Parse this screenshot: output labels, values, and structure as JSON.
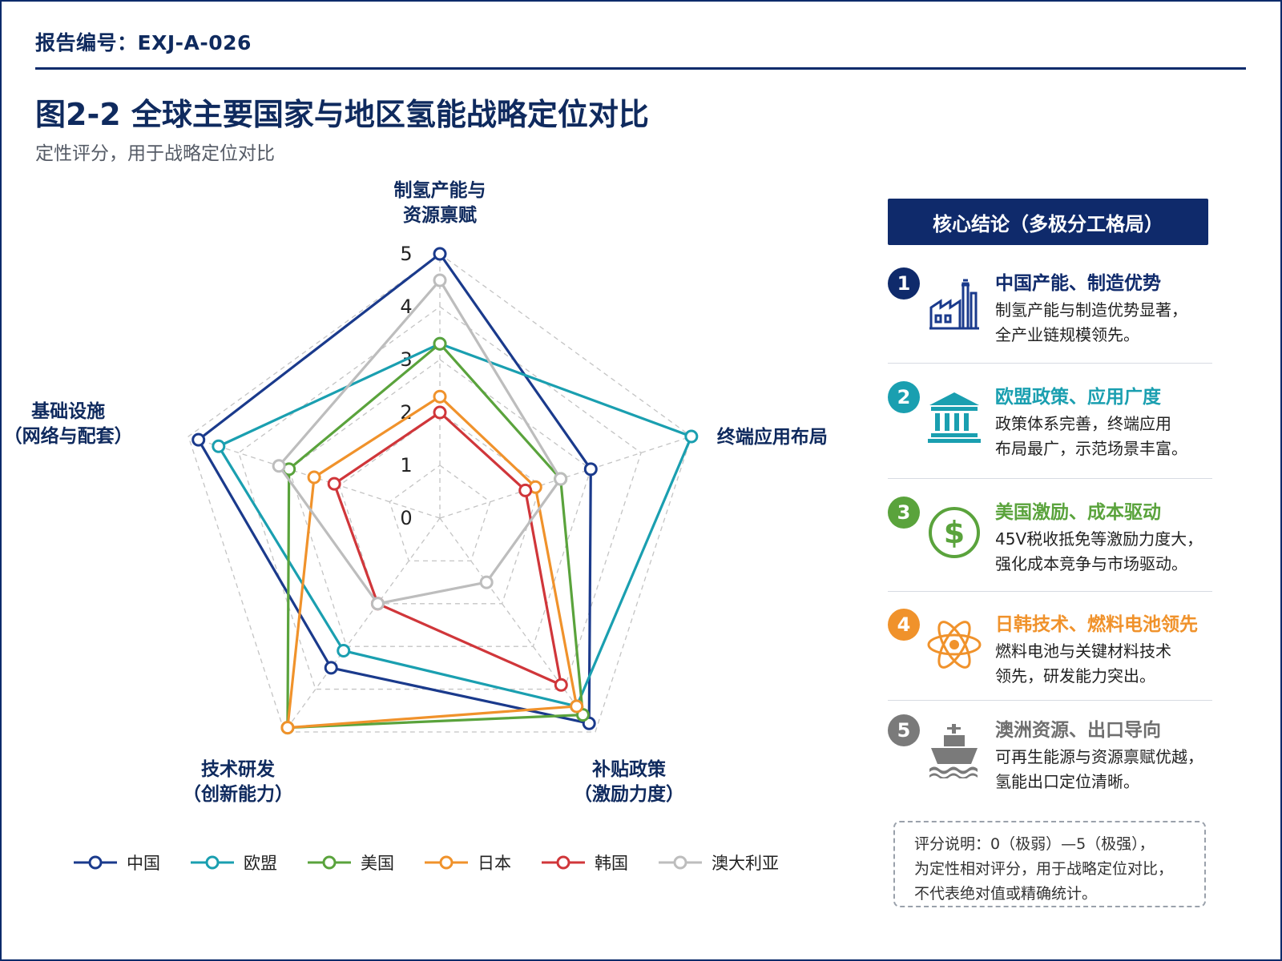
{
  "header": {
    "report_no": "报告编号：EXJ-A-026",
    "title": "图2-2  全球主要国家与地区氢能战略定位对比",
    "subtitle": "定性评分，用于战略定位对比"
  },
  "chart_data": {
    "type": "radar",
    "title": "图2-2  全球主要国家与地区氢能战略定位对比",
    "subtitle": "定性评分，用于战略定位对比",
    "axes": [
      {
        "lines": [
          "制氢产能与",
          "资源禀赋"
        ]
      },
      {
        "lines": [
          "终端应用布局"
        ]
      },
      {
        "lines": [
          "补贴政策",
          "（激励力度）"
        ]
      },
      {
        "lines": [
          "技术研发",
          "（创新能力）"
        ]
      },
      {
        "lines": [
          "基础设施",
          "（网络与配套）"
        ]
      }
    ],
    "scale": {
      "min": 0,
      "max": 5,
      "ticks": [
        0,
        1,
        2,
        3,
        4,
        5
      ]
    },
    "legend_position": "bottom",
    "series": [
      {
        "name": "中国",
        "color": "#1a3a8c",
        "values": [
          5.0,
          3.0,
          4.8,
          3.5,
          4.8
        ]
      },
      {
        "name": "欧盟",
        "color": "#1a9fb0",
        "values": [
          3.3,
          5.0,
          4.4,
          3.1,
          4.4
        ]
      },
      {
        "name": "美国",
        "color": "#5aa33c",
        "values": [
          3.3,
          2.4,
          4.6,
          4.9,
          3.0
        ]
      },
      {
        "name": "日本",
        "color": "#f0922b",
        "values": [
          2.3,
          1.9,
          4.4,
          4.9,
          2.5
        ]
      },
      {
        "name": "韩国",
        "color": "#d0363a",
        "values": [
          2.0,
          1.7,
          3.9,
          2.0,
          2.1
        ]
      },
      {
        "name": "澳大利亚",
        "color": "#bdbdbd",
        "values": [
          4.5,
          2.4,
          1.5,
          2.0,
          3.2
        ]
      }
    ]
  },
  "panel": {
    "header": "核心结论（多极分工格局）",
    "items": [
      {
        "num": "1",
        "title": "中国产能、制造优势",
        "desc1": "制氢产能与制造优势显著，",
        "desc2": "全产业链规模领先。",
        "color": "#0f2a6b",
        "icon": "factory-icon"
      },
      {
        "num": "2",
        "title": "欧盟政策、应用广度",
        "desc1": "政策体系完善，终端应用",
        "desc2": "布局最广，示范场景丰富。",
        "color": "#1a9fb0",
        "icon": "government-building-icon"
      },
      {
        "num": "3",
        "title": "美国激励、成本驱动",
        "desc1": "45V税收抵免等激励力度大，",
        "desc2": "强化成本竞争与市场驱动。",
        "color": "#5aa33c",
        "icon": "dollar-coin-icon"
      },
      {
        "num": "4",
        "title": "日韩技术、燃料电池领先",
        "desc1": "燃料电池与关键材料技术",
        "desc2": "领先，研发能力突出。",
        "color": "#f0922b",
        "icon": "atom-icon"
      },
      {
        "num": "5",
        "title": "澳洲资源、出口导向",
        "desc1": "可再生能源与资源禀赋优越，",
        "desc2": "氢能出口定位清晰。",
        "color": "#7a7a7a",
        "icon": "ship-icon"
      }
    ]
  },
  "note": {
    "line1": "评分说明：0（极弱）—5（极强），",
    "line2": "为定性相对评分，用于战略定位对比，",
    "line3": "不代表绝对值或精确统计。"
  }
}
